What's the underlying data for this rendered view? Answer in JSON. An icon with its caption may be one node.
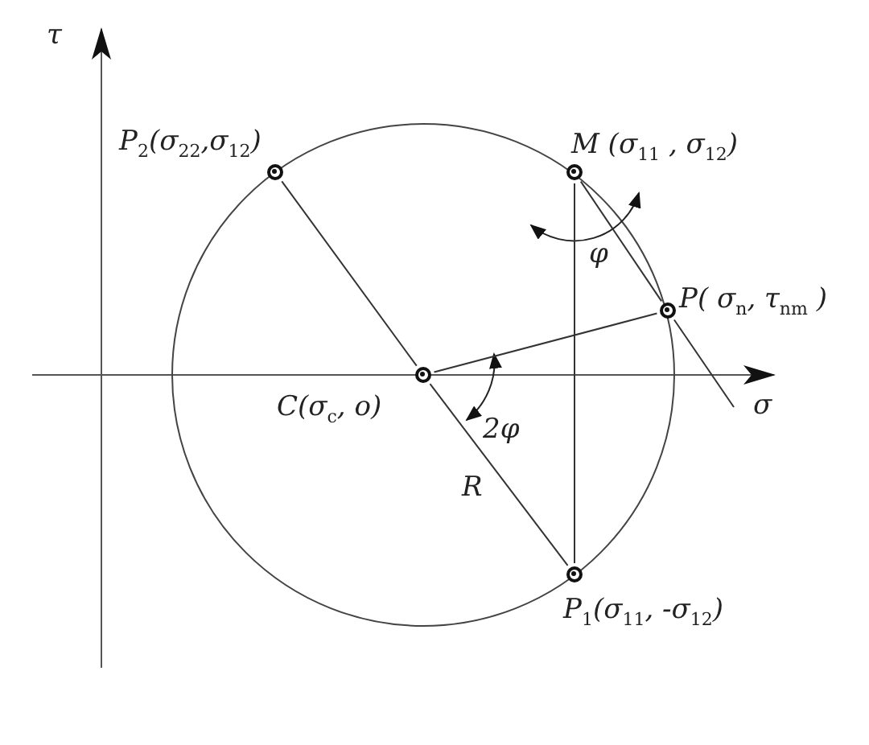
{
  "diagram": {
    "nodes": [
      {
        "text": [],
        "shape": "circle",
        "beside": [
          "P$_{2}$(σ$_{22}$,σ$_{12}$)"
        ]
      },
      {
        "text": [],
        "shape": "circle",
        "beside": [
          "M (σ$_{11}$ , σ$_{12}$)"
        ]
      },
      {
        "text": [],
        "shape": "circle",
        "beside": [
          "P( σ$_{n}$, τ$_{nm}$ )"
        ]
      },
      {
        "text": [],
        "shape": "circle",
        "beside": [
          "C(σ$_{c}$, o)"
        ]
      },
      {
        "text": [],
        "shape": "circle",
        "beside": [
          "P$_{1}$(σ$_{11}$, -σ$_{12}$)"
        ]
      }
    ],
    "edges": [
      {
        "from": 0,
        "to": 3,
        "arrow": "none"
      },
      {
        "from": 3,
        "to": 4,
        "arrow": "none"
      },
      {
        "from": 3,
        "to": 2,
        "arrow": "none"
      },
      {
        "from": 1,
        "to": 4,
        "arrow": "none"
      },
      {
        "from": 1,
        "to": 2,
        "arrow": "none"
      },
      {
        "from": 2,
        "to": null,
        "arrow": "none"
      }
    ],
    "labels": [
      "τ",
      "σ",
      "φ",
      "2φ",
      "R"
    ]
  }
}
